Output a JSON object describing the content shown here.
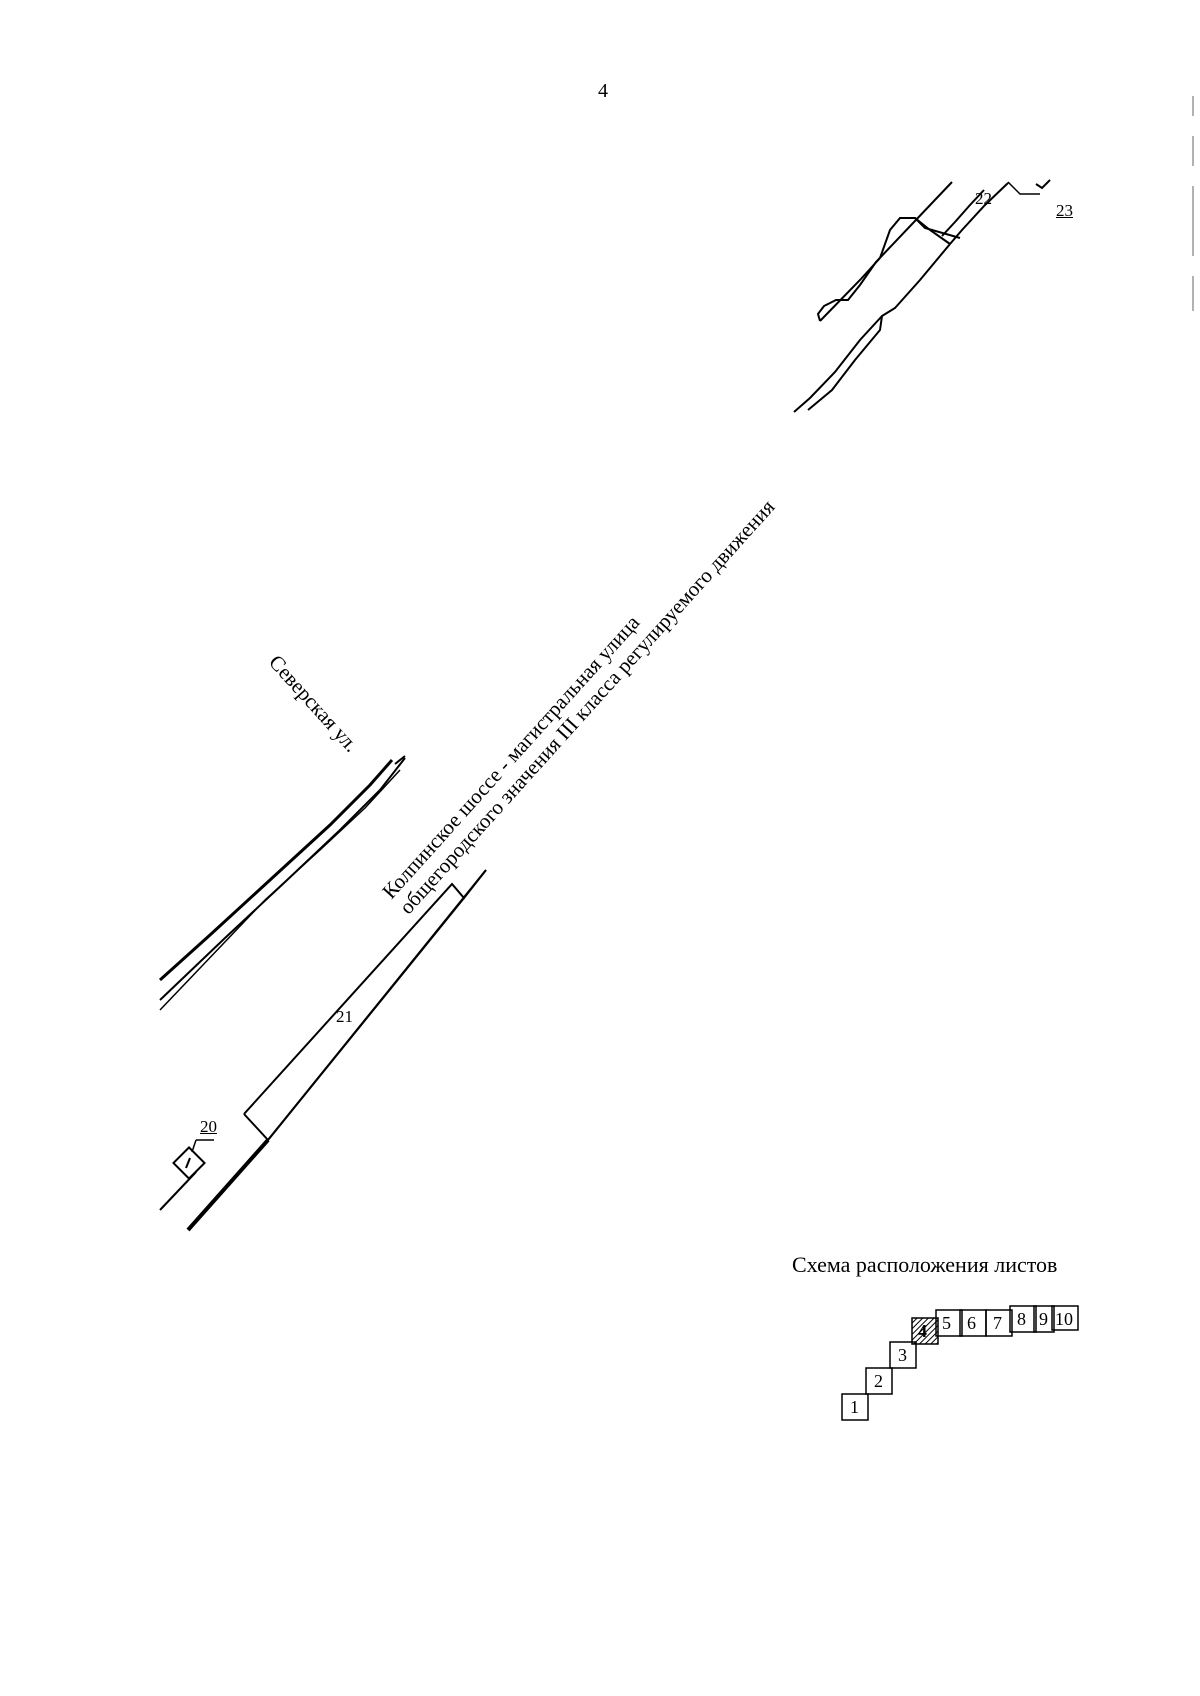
{
  "page_number": "4",
  "streets": {
    "north_label": "Северская ул.",
    "main_label_line1": "Колпинское шоссе - магистральная улица",
    "main_label_line2": "общегородского значения III класса регулируемого движения"
  },
  "point_labels": {
    "p20": "20",
    "p21": "21",
    "p22": "22",
    "p23": "23"
  },
  "schema": {
    "title": "Схема расположения листов",
    "current_sheet": "4",
    "sheets": [
      "1",
      "2",
      "3",
      "4",
      "5",
      "6",
      "7",
      "8",
      "9",
      "10"
    ]
  },
  "colors": {
    "ink": "#000000",
    "paper": "#ffffff"
  }
}
